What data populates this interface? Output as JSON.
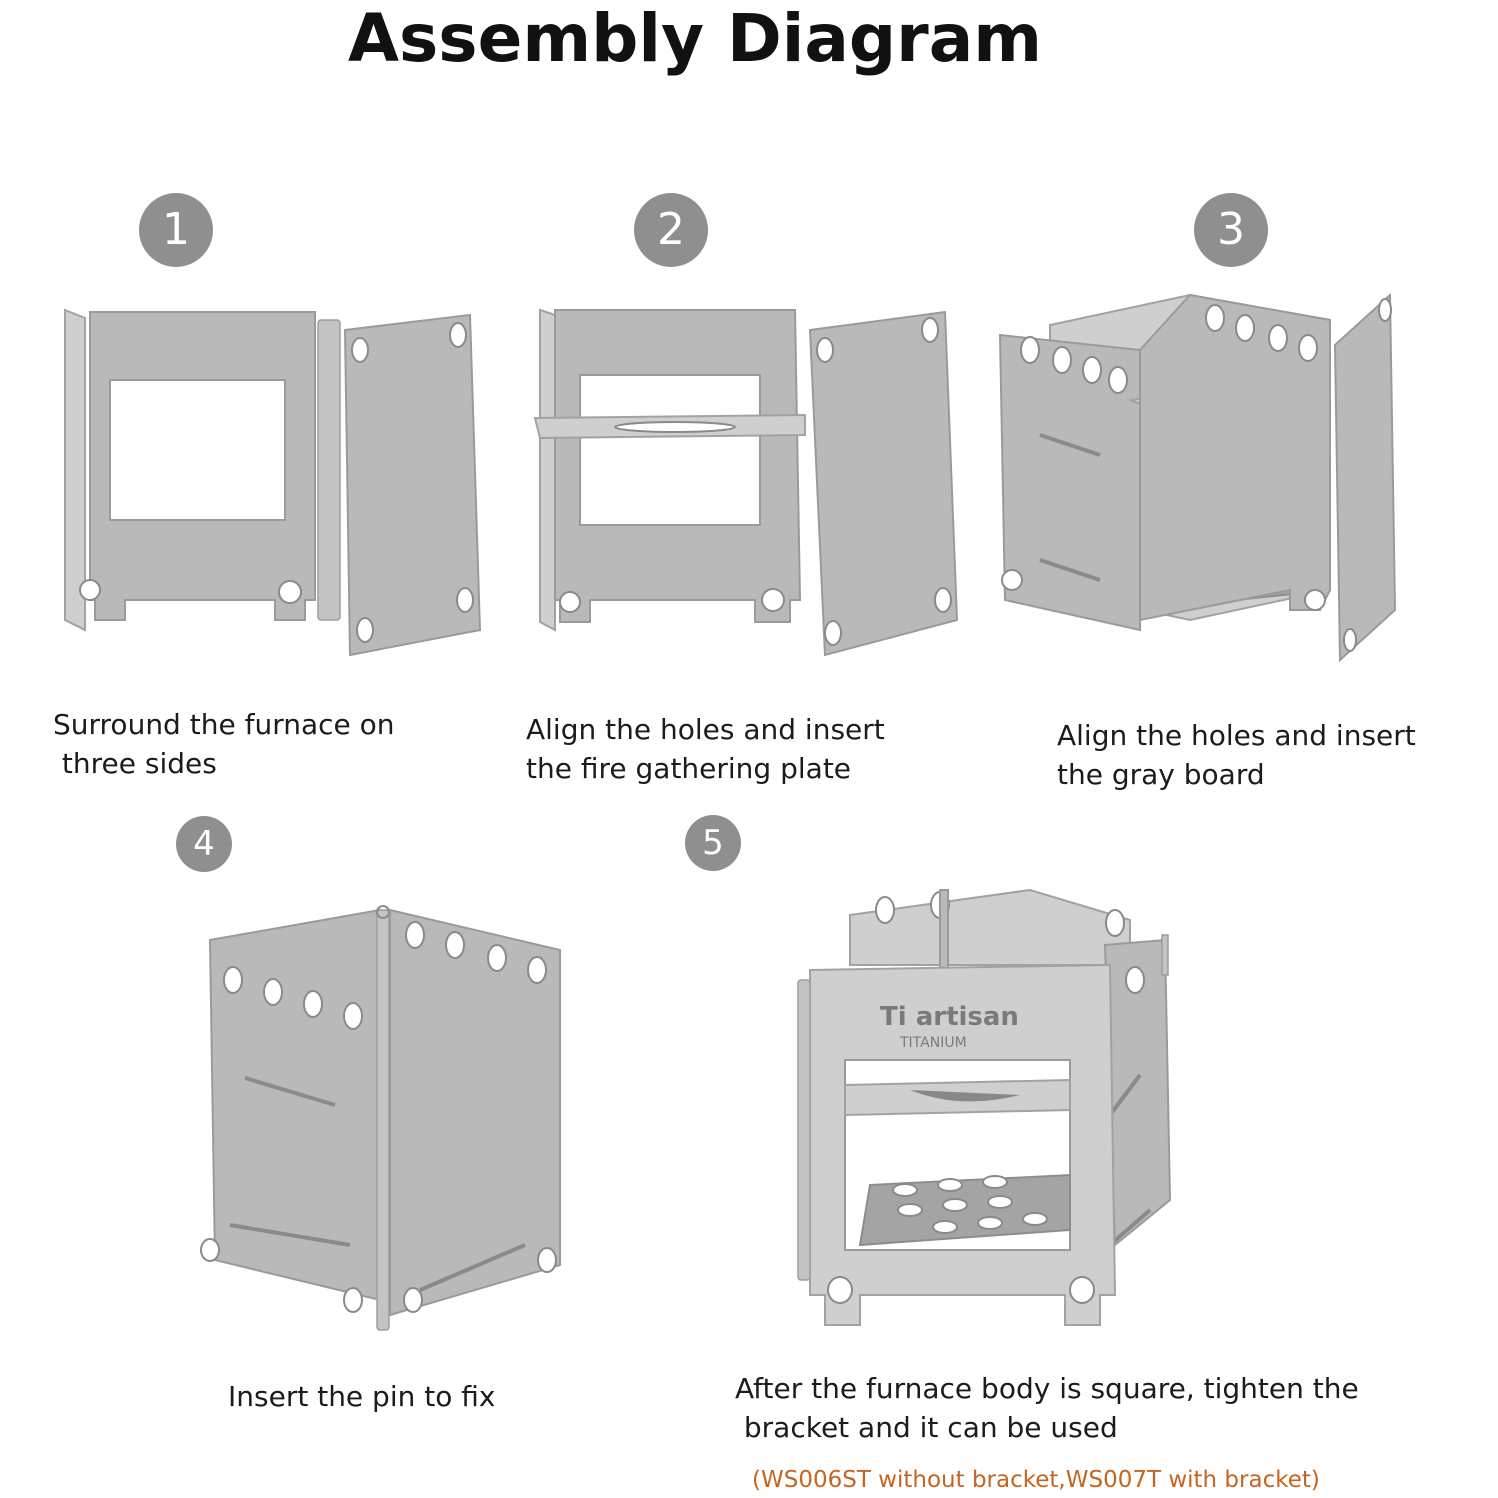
{
  "title": "Assembly Diagram",
  "steps": [
    {
      "number": "1",
      "caption": "Surround the furnace on\n three sides"
    },
    {
      "number": "2",
      "caption": "Align the holes and insert\nthe fire gathering plate"
    },
    {
      "number": "3",
      "caption": "Align the holes and insert\nthe gray board"
    },
    {
      "number": "4",
      "caption": "Insert the pin to fix"
    },
    {
      "number": "5",
      "caption": "After the furnace body is square, tighten the\n bracket and it can be used"
    }
  ],
  "note": "(WS006ST without bracket,WS007T with bracket)",
  "logo": {
    "brand": "Ti artisan",
    "sub": "TITANIUM"
  },
  "colors": {
    "badge": "#8f8f8f",
    "metal": "#b9b9b9",
    "note": "#c6651f"
  }
}
